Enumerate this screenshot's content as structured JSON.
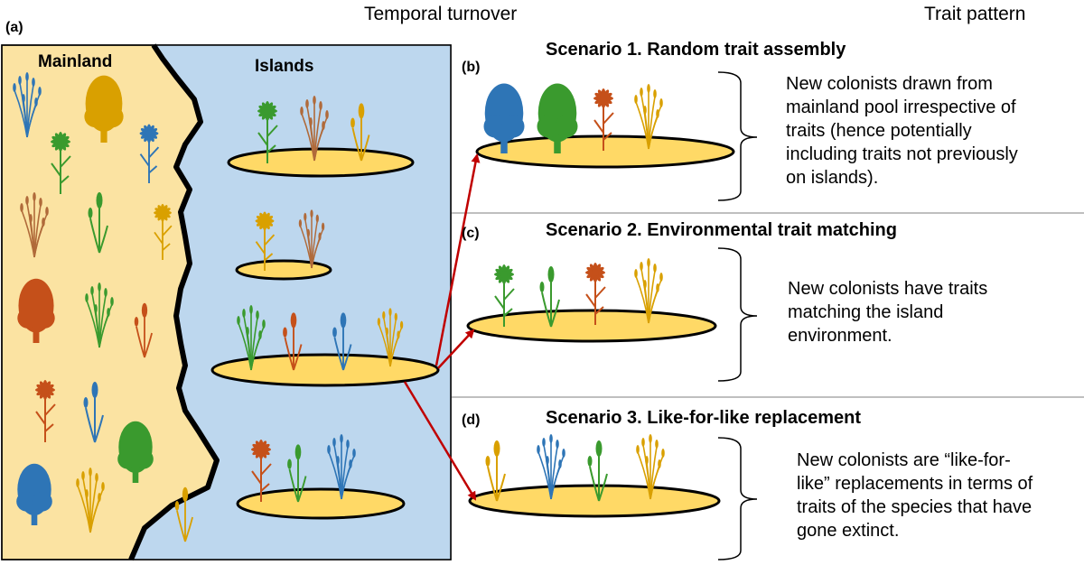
{
  "header": {
    "temporal": "Temporal turnover",
    "trait": "Trait pattern"
  },
  "panel_a": {
    "label": "(a)",
    "mainland": "Mainland",
    "islands": "Islands"
  },
  "scenarios": [
    {
      "label": "(b)",
      "title": "Scenario 1. Random trait assembly",
      "lines": [
        "New colonists drawn from",
        "mainland pool irrespective of",
        "traits (hence potentially",
        "including traits not previously",
        "on islands)."
      ]
    },
    {
      "label": "(c)",
      "title": "Scenario 2. Environmental trait matching",
      "lines": [
        "New colonists have traits",
        "matching the island",
        "environment."
      ]
    },
    {
      "label": "(d)",
      "title": "Scenario 3. Like-for-like replacement",
      "lines": [
        "New colonists are “like-for-",
        "like” replacements in terms of",
        "traits of the species that have",
        "gone extinct."
      ]
    }
  ],
  "colors": {
    "mainland": "#fbe3a2",
    "sea": "#bdd7ee",
    "island": "#ffd966",
    "arrow": "#c00000",
    "blue": "#2e75b6",
    "green": "#3a9a2e",
    "orange": "#d9a000",
    "red": "#c5501a",
    "brown": "#b06a3a"
  },
  "icons": [
    "tree-icon",
    "flower-icon",
    "grass-icon",
    "spike-grass-icon"
  ]
}
